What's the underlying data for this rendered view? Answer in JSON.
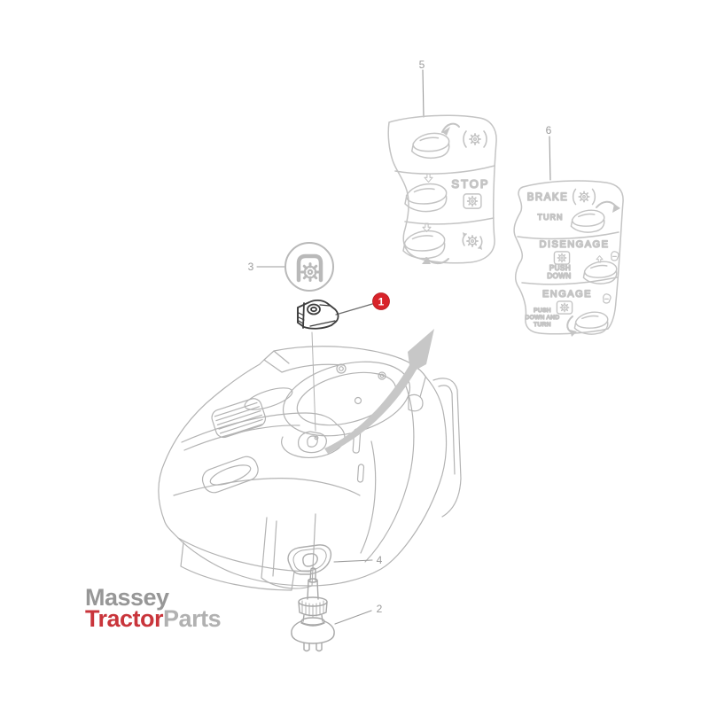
{
  "diagram": {
    "kind": "tractor-console-exploded-parts-diagram",
    "background": "#ffffff"
  },
  "watermark": {
    "word1": "Massey",
    "word2": "Tractor",
    "word3": "Parts",
    "word1_color": "#8f8f8f",
    "word2_color": "#c5242b",
    "word3_color": "#ababab"
  },
  "callouts": {
    "c1": "1",
    "c2": "2",
    "c3": "3",
    "c4": "4",
    "c5": "5",
    "c6": "6",
    "highlight_color": "#d8232a",
    "highlight_text_color": "#ffffff",
    "label_color": "#9b9b9b"
  },
  "decal5": {
    "stop": "STOP",
    "icons": [
      "pedal-icon",
      "curved-arrow-icon",
      "gear-parentheses-icon",
      "down-arrow-icon",
      "gear-box-icon",
      "gear-rotate-icon"
    ]
  },
  "decal6": {
    "brake": "BRAKE",
    "turn": "TURN",
    "disengage": "DISENGAGE",
    "push_down": [
      "PUSH",
      "DOWN"
    ],
    "engage": "ENGAGE",
    "push_down_and_turn": [
      "PUSH",
      "DOWN AND",
      "TURN"
    ],
    "icons": [
      "gear-parentheses-icon",
      "pedal-icon",
      "curved-arrow-icon",
      "gear-box-icon",
      "up-arrow-icon",
      "press-icon"
    ]
  },
  "decal3": {
    "icons": [
      "gear-bracket-icon"
    ]
  },
  "colors": {
    "decal_line": "#c2c2c2",
    "console_line": "#b3b3b3",
    "part_line": "#a8a8a8",
    "dark_part": "#3e3e3e",
    "leader_line": "#8a8a8a",
    "arrow_fill": "#c7c7c7"
  }
}
